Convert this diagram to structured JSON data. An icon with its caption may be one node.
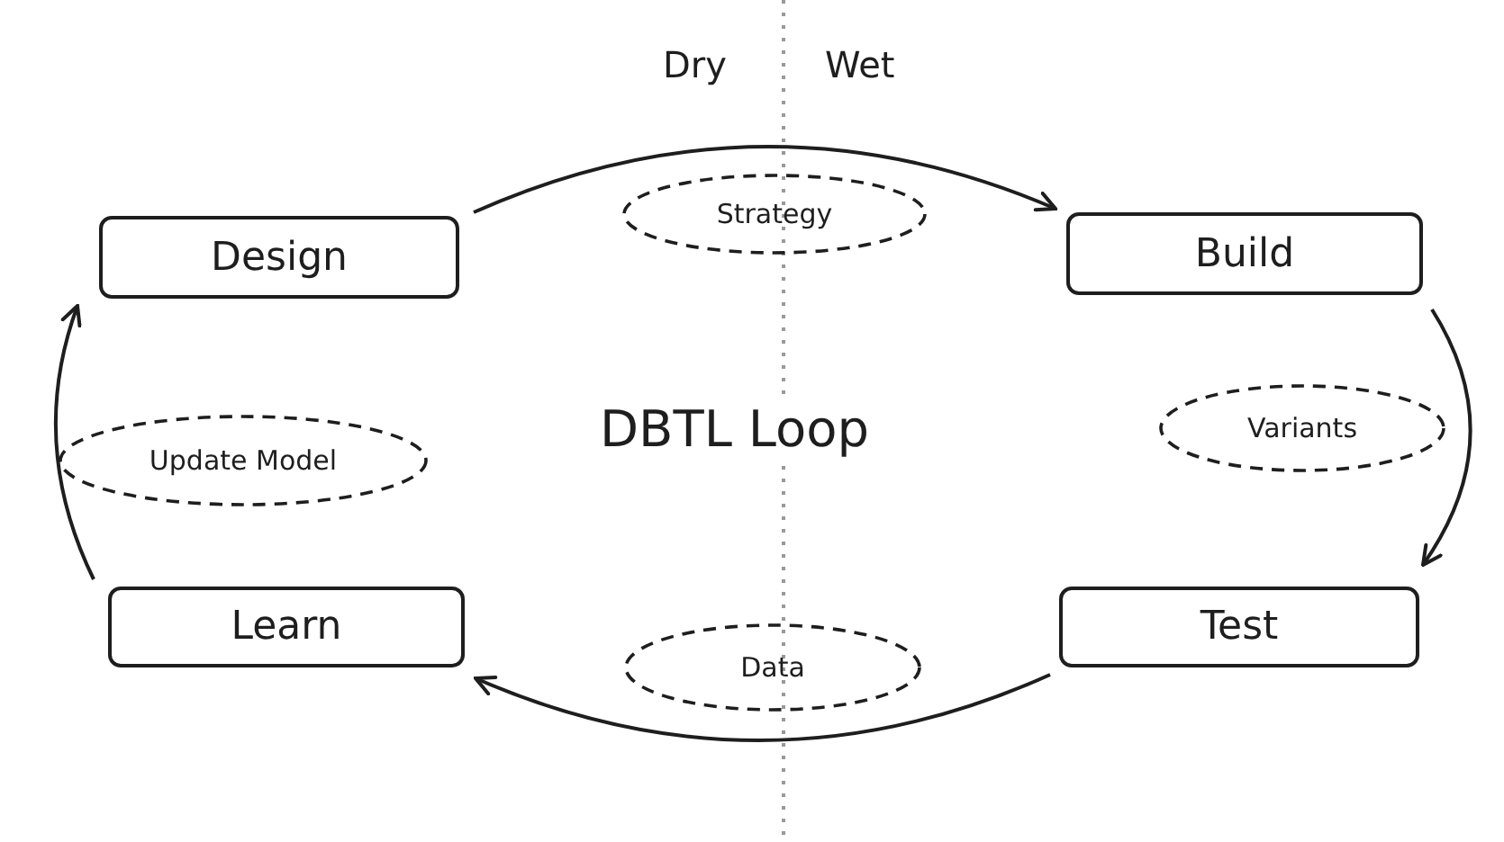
{
  "diagram": {
    "nodes": [
      {
        "text": [
          "Design"
        ]
      },
      {
        "text": [
          "Strategy"
        ]
      },
      {
        "text": [
          "Build"
        ]
      },
      {
        "text": [
          "Update Model"
        ]
      },
      {
        "text": [
          "Variants"
        ]
      },
      {
        "text": [
          "Learn"
        ]
      },
      {
        "text": [
          "Data"
        ]
      },
      {
        "text": [
          "Test"
        ]
      }
    ],
    "edges": [
      {
        "from": 0,
        "to": 2,
        "arrow": "to"
      },
      {
        "from": 2,
        "to": 7,
        "arrow": "to"
      },
      {
        "from": 7,
        "to": 5,
        "arrow": "to"
      },
      {
        "from": 5,
        "to": 0,
        "arrow": "to"
      }
    ],
    "labels": [
      "Dry",
      "Wet",
      "DBTL Loop"
    ]
  }
}
